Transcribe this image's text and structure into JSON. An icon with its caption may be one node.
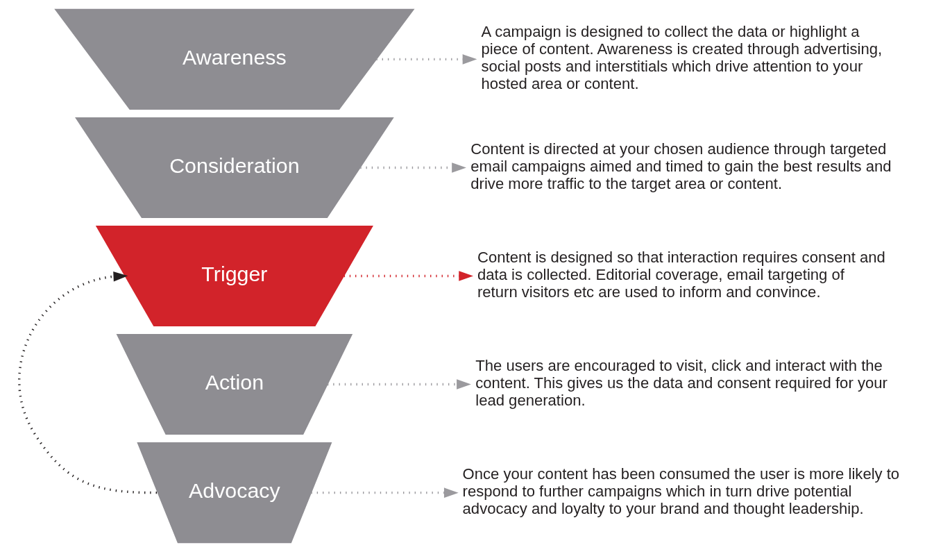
{
  "diagram": {
    "nodes": [
      {
        "text": [
          "Awareness"
        ]
      },
      {
        "text": [
          "Consideration"
        ]
      },
      {
        "text": [
          "Trigger"
        ]
      },
      {
        "text": [
          "Action"
        ]
      },
      {
        "text": [
          "Advocacy"
        ]
      },
      {
        "text": [
          "A campaign is designed to collect the data or highlight a piece of content. Awareness is created through advertising, social posts and interstitials which drive attention to your hosted area or content."
        ]
      },
      {
        "text": [
          "Content is directed at your chosen audience through targeted email campaigns aimed and timed to gain the best results and drive more traffic to the target area or content."
        ]
      },
      {
        "text": [
          "Content is designed so that interaction requires consent and data is collected. Editorial coverage, email targeting of return visitors etc are used to inform and convince."
        ]
      },
      {
        "text": [
          "The users are encouraged to visit, click and interact with the content. This gives us the data and consent required for your lead generation."
        ]
      },
      {
        "text": [
          "Once your content has been consumed the user is more likely to respond to further campaigns which in turn drive potential advocacy and loyalty to your brand and thought leadership."
        ]
      }
    ],
    "edges": [
      {
        "from": 0,
        "to": 5,
        "arrow": "to",
        "style": "dashed"
      },
      {
        "from": 1,
        "to": 6,
        "arrow": "to",
        "style": "dashed"
      },
      {
        "from": 2,
        "to": 7,
        "arrow": "to",
        "style": "dashed",
        "color": "#d2232a"
      },
      {
        "from": 3,
        "to": 8,
        "arrow": "to",
        "style": "dashed"
      },
      {
        "from": 4,
        "to": 9,
        "arrow": "to",
        "style": "dashed"
      },
      {
        "from": 4,
        "to": 2,
        "arrow": "to",
        "style": "dashed",
        "color": "#231f20"
      }
    ]
  }
}
